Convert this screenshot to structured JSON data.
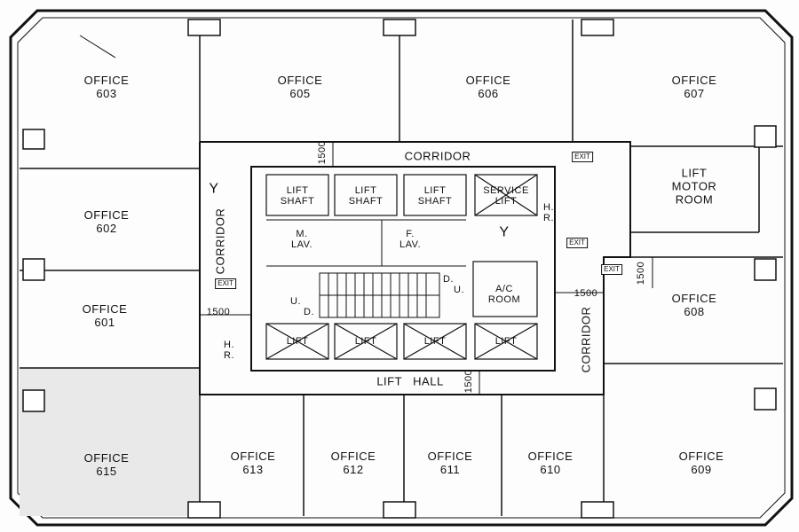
{
  "offices": [
    {
      "id": "603",
      "label": "OFFICE\n603"
    },
    {
      "id": "605",
      "label": "OFFICE\n605"
    },
    {
      "id": "606",
      "label": "OFFICE\n606"
    },
    {
      "id": "607",
      "label": "OFFICE\n607"
    },
    {
      "id": "602",
      "label": "OFFICE\n602"
    },
    {
      "id": "601",
      "label": "OFFICE\n601"
    },
    {
      "id": "608",
      "label": "OFFICE\n608"
    },
    {
      "id": "615",
      "label": "OFFICE\n615"
    },
    {
      "id": "613",
      "label": "OFFICE\n613"
    },
    {
      "id": "612",
      "label": "OFFICE\n612"
    },
    {
      "id": "611",
      "label": "OFFICE\n611"
    },
    {
      "id": "610",
      "label": "OFFICE\n610"
    },
    {
      "id": "609",
      "label": "OFFICE\n609"
    }
  ],
  "core": {
    "corridor_top": "CORRIDOR",
    "corridor_left": "CORRIDOR",
    "corridor_right": "CORRIDOR",
    "lift_hall": "LIFT   HALL",
    "lift_motor_room": "LIFT\nMOTOR\nROOM",
    "lift_shafts": [
      "LIFT\nSHAFT",
      "LIFT\nSHAFT",
      "LIFT\nSHAFT"
    ],
    "service_lift": "SERVICE\nLIFT",
    "lifts": [
      "LIFT",
      "LIFT",
      "LIFT",
      "LIFT"
    ],
    "m_lav": "M.\nLAV.",
    "f_lav": "F.\nLAV.",
    "ac_room": "A/C\nROOM",
    "hose_reel": "H.\nR.",
    "up": "U.",
    "down": "D.",
    "exit": "EXIT",
    "dimension": "1500",
    "y_mark": "Y"
  }
}
